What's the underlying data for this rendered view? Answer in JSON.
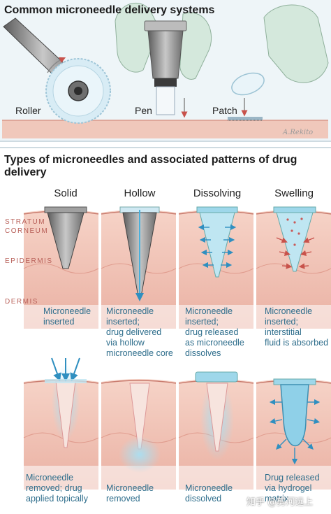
{
  "systems": {
    "title": "Common microneedle delivery systems",
    "items": [
      {
        "label": "Roller"
      },
      {
        "label": "Pen"
      },
      {
        "label": "Patch"
      }
    ],
    "signature": "A.Rekito"
  },
  "types": {
    "title": "Types of microneedles and associated patterns of drug delivery",
    "columns": [
      {
        "heading": "Solid",
        "caption_top": "Microneedle\ninserted",
        "caption_bottom": "Microneedle\nremoved; drug\napplied topically"
      },
      {
        "heading": "Hollow",
        "caption_top": "Microneedle\ninserted;\ndrug delivered\nvia hollow\nmicroneedle core",
        "caption_bottom": "Microneedle\nremoved"
      },
      {
        "heading": "Dissolving",
        "caption_top": "Microneedle\ninserted;\ndrug released\nas microneedle\ndissolves",
        "caption_bottom": "Microneedle\ndissolved"
      },
      {
        "heading": "Swelling",
        "caption_top": "Microneedle\ninserted;\ninterstitial\nfluid is absorbed",
        "caption_bottom": "Drug released\nvia hydrogel\nmatrix"
      }
    ],
    "layers": {
      "stratum_corneum": "STRATUM\nCORNEUM",
      "epidermis": "EPIDERMIS",
      "dermis": "DERMIS"
    }
  },
  "watermark_zh": "知乎 @剪河远上",
  "colors": {
    "skin": "#f3c9bd",
    "skin_dark": "#e7a79a",
    "needle_metal": "#8c8c8c",
    "drug_blue": "#8fd0e8",
    "caption": "#2f6e8c",
    "layer_label": "#b86059"
  }
}
